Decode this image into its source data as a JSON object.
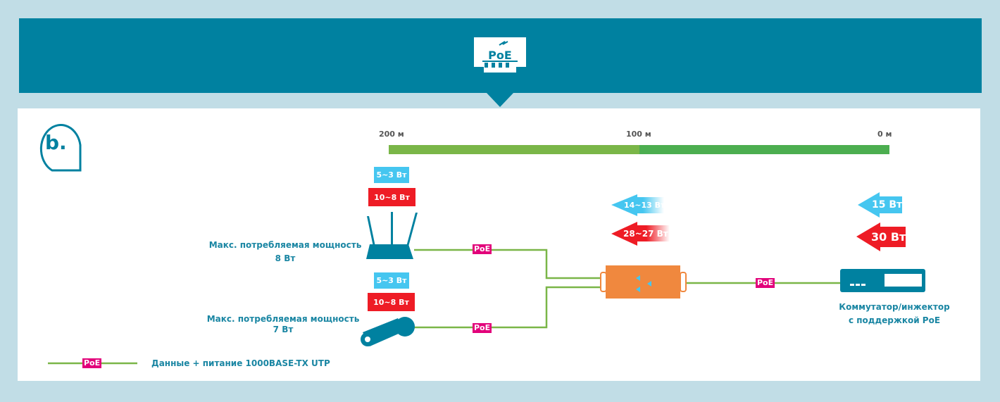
{
  "header": {
    "logo_text": "PoE"
  },
  "badge": {
    "letter": "b."
  },
  "distance": {
    "labels": [
      "200 м",
      "100 м",
      "0 м"
    ],
    "segments": [
      {
        "from": 200,
        "to": 100,
        "color": "#7ab648"
      },
      {
        "from": 100,
        "to": 0,
        "color": "#4cae50"
      }
    ]
  },
  "router": {
    "class_a": "5~3 Вт",
    "class_at": "10~8 Вт",
    "label_line1": "Макс. потребляемая мощность",
    "label_line2": "8 Вт"
  },
  "camera": {
    "class_a": "5~3 Вт",
    "class_at": "10~8 Вт",
    "label_line1": "Макс. потребляемая мощность",
    "label_line2": "7 Вт"
  },
  "extender": {
    "af": "14~13 Вт",
    "at": "28~27 Вт"
  },
  "switch": {
    "af": "15 Вт",
    "at": "30 Вт",
    "label_line1": "Коммутатор/инжектор",
    "label_line2": "с поддержкой PoE"
  },
  "poe_tag": "PoE",
  "legend": {
    "tag": "PoE",
    "text": "Данные + питание 1000BASE-TX UTP"
  },
  "colors": {
    "banner": "#0081a0",
    "blue": "#45c6f0",
    "red": "#ee1c25",
    "poe": "#e2007a",
    "extender": "#f0883e",
    "line": "#7ab648"
  }
}
